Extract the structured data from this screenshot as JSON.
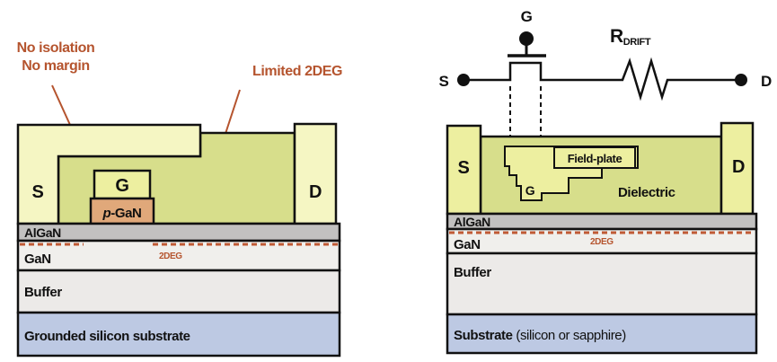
{
  "colors": {
    "annotation_orange": "#b5542e",
    "two_deg_dash_orange": "#c05a35",
    "pale_cream_yellow": "#f5f6c3",
    "contact_yellow": "#edefa0",
    "olive_green": "#d7de8b",
    "pgan_salmon": "#e0a87a",
    "algan_gray": "#c2c1c0",
    "gan_white": "#f0efec",
    "buffer_gray": "#eceae8",
    "substrate_blue": "#bdc9e3",
    "outline_black": "#111111"
  },
  "left_panel": {
    "annotations": {
      "no_isolation_1": "No isolation",
      "no_isolation_2": "No margin",
      "limited_2deg": "Limited 2DEG"
    },
    "device": {
      "source": "S",
      "gate": "G",
      "drain": "D",
      "pgan_prefix": "p",
      "pgan_suffix": "-GaN"
    },
    "layers": {
      "algan": "AlGaN",
      "gan": "GaN",
      "two_deg": "2DEG",
      "buffer": "Buffer",
      "substrate": "Grounded silicon substrate"
    }
  },
  "right_panel": {
    "circuit": {
      "gate": "G",
      "source": "S",
      "drain": "D",
      "resistor": "R",
      "resistor_sub": "DRIFT"
    },
    "device": {
      "source": "S",
      "drain": "D",
      "gate": "G",
      "field_plate": "Field-plate",
      "dielectric": "Dielectric"
    },
    "layers": {
      "algan": "AlGaN",
      "gan": "GaN",
      "two_deg": "2DEG",
      "buffer": "Buffer",
      "substrate_name": "Substrate",
      "substrate_detail": " (silicon or sapphire)"
    }
  }
}
